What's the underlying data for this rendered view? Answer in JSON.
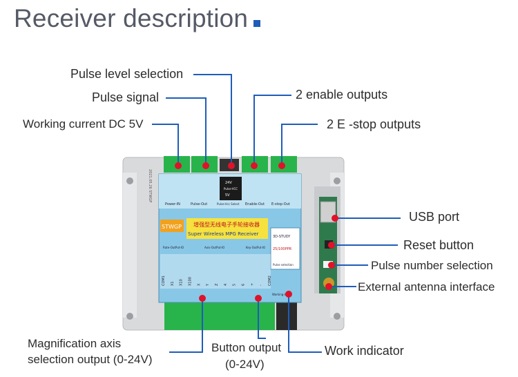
{
  "title": "Receiver description",
  "accent_color": "#1e5db8",
  "line_color": "#1e5db8",
  "dot_color": "#e0122a",
  "callouts": {
    "pulse_level": "Pulse level selection",
    "pulse_signal": "Pulse signal",
    "working_current": "Working current DC 5V",
    "enable_outputs": "2 enable outputs",
    "estop_outputs": "2  E -stop outputs",
    "usb_port": "USB port",
    "reset_button": "Reset button",
    "pulse_number": "Pulse number selection",
    "antenna": "External antenna interface",
    "magnification_line1": "Magnification axis",
    "magnification_line2": "selection output (0-24V)",
    "button_output_line1": "Button output",
    "button_output_line2": "(0-24V)",
    "work_indicator": "Work indicator"
  },
  "board": {
    "brand": "STWGP",
    "name_cn": "增强型无线电子手轮接收器",
    "name_en": "Super Wireless MPG Receiver",
    "top_labels": [
      "Power-IN",
      "Pulse-Out",
      "Pulse-Vcc Select",
      "Enable-Out",
      "E-stop-Out"
    ],
    "vcc_opts": [
      "24V",
      "Pulse-VCC",
      "5V"
    ],
    "section_labels": [
      "Rate-OutPut-IO",
      "Axis-OutPut-IO",
      "Key-OutPut-IO"
    ],
    "bottom_pins": [
      "COM1",
      "X1",
      "X10",
      "X100",
      "X",
      "Y",
      "Z",
      "4",
      "5",
      "6",
      "+",
      "-",
      "COM2"
    ],
    "ppr": "25/100PPR",
    "study": "3D-STUDY",
    "pulse_sel": "Pulse selection",
    "working_led": "Working-LED",
    "serial": "2021.05.26 STWGP"
  }
}
